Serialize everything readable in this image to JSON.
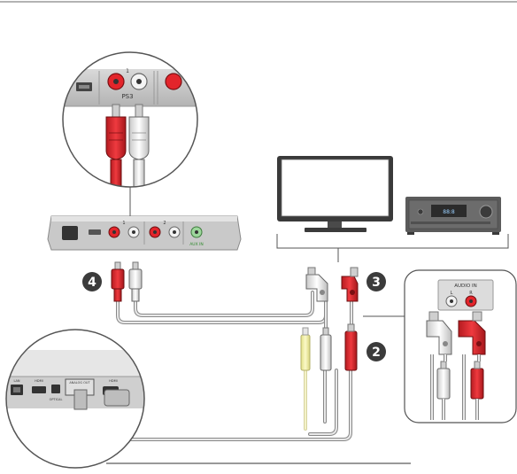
{
  "labels": {
    "ps3": "PS3",
    "port_1": "1",
    "port_2": "2",
    "aux_in": "AUX IN",
    "audio_in": "AUDIO IN",
    "audio_in_l": "L",
    "audio_in_r": "R",
    "console_analog_out": "ANALOG OUT",
    "console_hdmi": "HDMI",
    "console_optical": "OPTICAL",
    "console_lan": "LAN",
    "receiver_display": "88:8"
  },
  "steps": [
    "2",
    "3",
    "4"
  ],
  "colors": {
    "red_plug": "#e3252b",
    "white_plug": "#eeeeee",
    "yellow_plug": "#f2ef9a",
    "outline": "#555555",
    "cable": "#888888",
    "step_badge": "#3b3b3b"
  }
}
